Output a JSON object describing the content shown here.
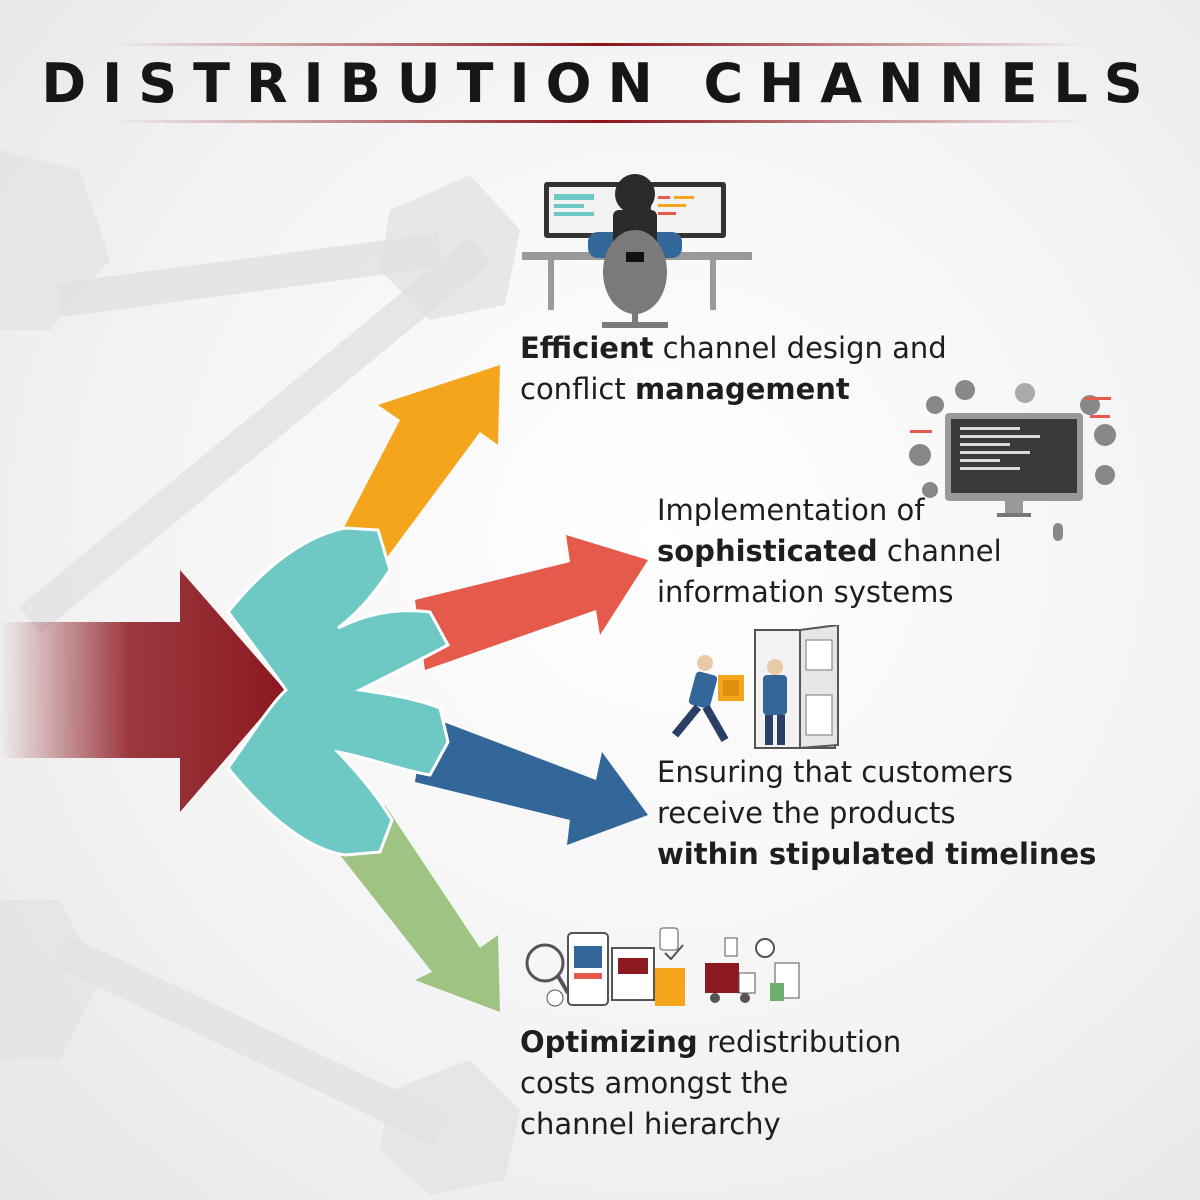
{
  "title": "DISTRIBUTION CHANNELS",
  "items": [
    {
      "icon": "developer-at-desk-icon",
      "lines": [
        [
          {
            "t": "Efficient",
            "b": true
          },
          {
            "t": " channel design and",
            "b": false
          }
        ],
        [
          {
            "t": "conflict ",
            "b": false
          },
          {
            "t": "management",
            "b": true
          }
        ]
      ],
      "arrow_color": "#f4a51c"
    },
    {
      "icon": "information-system-computer-icon",
      "lines": [
        [
          {
            "t": "Implementation of",
            "b": false
          }
        ],
        [
          {
            "t": "sophisticated",
            "b": true
          },
          {
            "t": " channel",
            "b": false
          }
        ],
        [
          {
            "t": "information systems",
            "b": false
          }
        ]
      ],
      "arrow_color": "#e55a4b"
    },
    {
      "icon": "delivery-courier-icon",
      "lines": [
        [
          {
            "t": "Ensuring that customers",
            "b": false
          }
        ],
        [
          {
            "t": "receive the products",
            "b": false
          }
        ],
        [
          {
            "t": "within stipulated timelines",
            "b": true
          }
        ]
      ],
      "arrow_color": "#336699"
    },
    {
      "icon": "ecommerce-logistics-icon",
      "lines": [
        [
          {
            "t": "Optimizing",
            "b": true
          },
          {
            "t": " redistribution",
            "b": false
          }
        ],
        [
          {
            "t": "costs amongst the",
            "b": false
          }
        ],
        [
          {
            "t": "channel hierarchy",
            "b": false
          }
        ]
      ],
      "arrow_color": "#9ec383"
    }
  ],
  "colors": {
    "input_arrow": "#8c1820",
    "splitter": "#6ec8c4",
    "title_rule": "#8c141a"
  }
}
